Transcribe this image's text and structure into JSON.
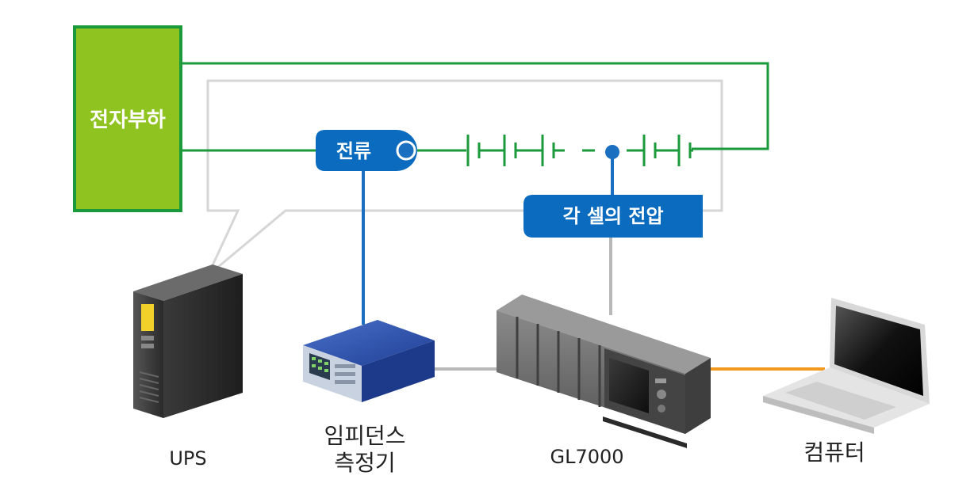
{
  "labels": {
    "electronic_load": "전자부하",
    "current": "전류",
    "cell_voltage": "각 셀의 전압",
    "ups": "UPS",
    "impedance_meter": "임피던스\n측정기",
    "gl7000": "GL7000",
    "computer": "컴퓨터"
  },
  "colors": {
    "green_box": "#8fc31f",
    "green_wire": "#1a9a3a",
    "blue_wire": "#1a6fc0",
    "gray_wire": "#b8b8b8",
    "orange_wire": "#f39a1e",
    "label_blue": "#0b6bbf"
  },
  "icons": [
    "ups-tower-icon",
    "impedance-meter-icon",
    "gl7000-logger-icon",
    "laptop-icon"
  ]
}
